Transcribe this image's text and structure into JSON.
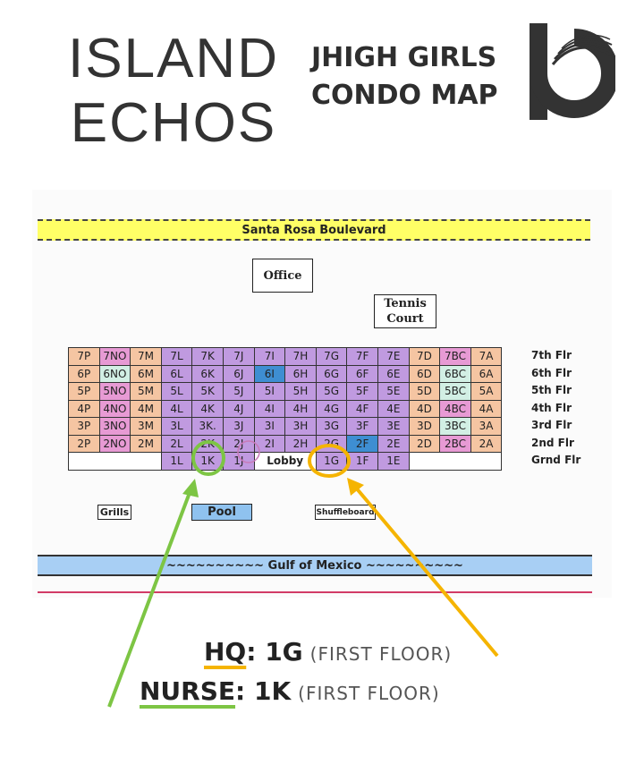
{
  "brand": {
    "line1": "ISLAND",
    "line2": "ECHOS"
  },
  "subtitle": {
    "line1": "JHIGH GIRLS",
    "line2": "CONDO MAP"
  },
  "map": {
    "road": "Santa Rosa Boulevard",
    "office": "Office",
    "tennis_line1": "Tennis",
    "tennis_line2": "Court",
    "floors": [
      "7th Flr",
      "6th Flr",
      "5th Flr",
      "4th Flr",
      "3rd Flr",
      "2nd Flr",
      "Grnd Flr"
    ],
    "rows": [
      [
        [
          "7P",
          "orange"
        ],
        [
          "7NO",
          "pink"
        ],
        [
          "7M",
          "orange"
        ],
        [
          "7L",
          "purple"
        ],
        [
          "7K",
          "purple"
        ],
        [
          "7J",
          "purple"
        ],
        [
          "7I",
          "purple"
        ],
        [
          "7H",
          "purple"
        ],
        [
          "7G",
          "purple"
        ],
        [
          "7F",
          "purple"
        ],
        [
          "7E",
          "purple"
        ],
        [
          "7D",
          "orange"
        ],
        [
          "7BC",
          "pink"
        ],
        [
          "7A",
          "orange"
        ]
      ],
      [
        [
          "6P",
          "orange"
        ],
        [
          "6NO",
          "mint"
        ],
        [
          "6M",
          "orange"
        ],
        [
          "6L",
          "purple"
        ],
        [
          "6K",
          "purple"
        ],
        [
          "6J",
          "purple"
        ],
        [
          "6I",
          "blue"
        ],
        [
          "6H",
          "purple"
        ],
        [
          "6G",
          "purple"
        ],
        [
          "6F",
          "purple"
        ],
        [
          "6E",
          "purple"
        ],
        [
          "6D",
          "orange"
        ],
        [
          "6BC",
          "mint"
        ],
        [
          "6A",
          "orange"
        ]
      ],
      [
        [
          "5P",
          "orange"
        ],
        [
          "5NO",
          "pink"
        ],
        [
          "5M",
          "orange"
        ],
        [
          "5L",
          "purple"
        ],
        [
          "5K",
          "purple"
        ],
        [
          "5J",
          "purple"
        ],
        [
          "5I",
          "purple"
        ],
        [
          "5H",
          "purple"
        ],
        [
          "5G",
          "purple"
        ],
        [
          "5F",
          "purple"
        ],
        [
          "5E",
          "purple"
        ],
        [
          "5D",
          "orange"
        ],
        [
          "5BC",
          "mint"
        ],
        [
          "5A",
          "orange"
        ]
      ],
      [
        [
          "4P",
          "orange"
        ],
        [
          "4NO",
          "pink"
        ],
        [
          "4M",
          "orange"
        ],
        [
          "4L",
          "purple"
        ],
        [
          "4K",
          "purple"
        ],
        [
          "4J",
          "purple"
        ],
        [
          "4I",
          "purple"
        ],
        [
          "4H",
          "purple"
        ],
        [
          "4G",
          "purple"
        ],
        [
          "4F",
          "purple"
        ],
        [
          "4E",
          "purple"
        ],
        [
          "4D",
          "orange"
        ],
        [
          "4BC",
          "pink"
        ],
        [
          "4A",
          "orange"
        ]
      ],
      [
        [
          "3P",
          "orange"
        ],
        [
          "3NO",
          "pink"
        ],
        [
          "3M",
          "orange"
        ],
        [
          "3L",
          "purple"
        ],
        [
          "3K.",
          "purple"
        ],
        [
          "3J",
          "purple"
        ],
        [
          "3I",
          "purple"
        ],
        [
          "3H",
          "purple"
        ],
        [
          "3G",
          "purple"
        ],
        [
          "3F",
          "purple"
        ],
        [
          "3E",
          "purple"
        ],
        [
          "3D",
          "orange"
        ],
        [
          "3BC",
          "mint"
        ],
        [
          "3A",
          "orange"
        ]
      ],
      [
        [
          "2P",
          "orange"
        ],
        [
          "2NO",
          "pink"
        ],
        [
          "2M",
          "orange"
        ],
        [
          "2L",
          "purple"
        ],
        [
          "2K",
          "purple"
        ],
        [
          "2J",
          "purple"
        ],
        [
          "2I",
          "purple"
        ],
        [
          "2H",
          "purple"
        ],
        [
          "2G",
          "purple"
        ],
        [
          "2F",
          "blue"
        ],
        [
          "2E",
          "purple"
        ],
        [
          "2D",
          "orange"
        ],
        [
          "2BC",
          "pink"
        ],
        [
          "2A",
          "orange"
        ]
      ]
    ],
    "ground": [
      "1L",
      "1K",
      "1J",
      "Lobby",
      "1G",
      "1F",
      "1E"
    ],
    "grills": "Grills",
    "pool": "Pool",
    "shuffleboard": "Shuffleboard",
    "gulf": "~~~~~~~~~~ Gulf of Mexico ~~~~~~~~~~"
  },
  "legend": {
    "hq_label": "HQ",
    "hq_value": ": 1G",
    "hq_note": "(FIRST FLOOR)",
    "nurse_label": "NURSE",
    "nurse_value": ": 1K",
    "nurse_note": "(FIRST FLOOR)"
  },
  "colors": {
    "orange": "#f5c5a2",
    "purple": "#c09ae0",
    "pink": "#e79ad4",
    "mint": "#d2efe4",
    "blue": "#3e8ed2",
    "hq_marker": "#f5b400",
    "nurse_marker": "#7dc544"
  }
}
